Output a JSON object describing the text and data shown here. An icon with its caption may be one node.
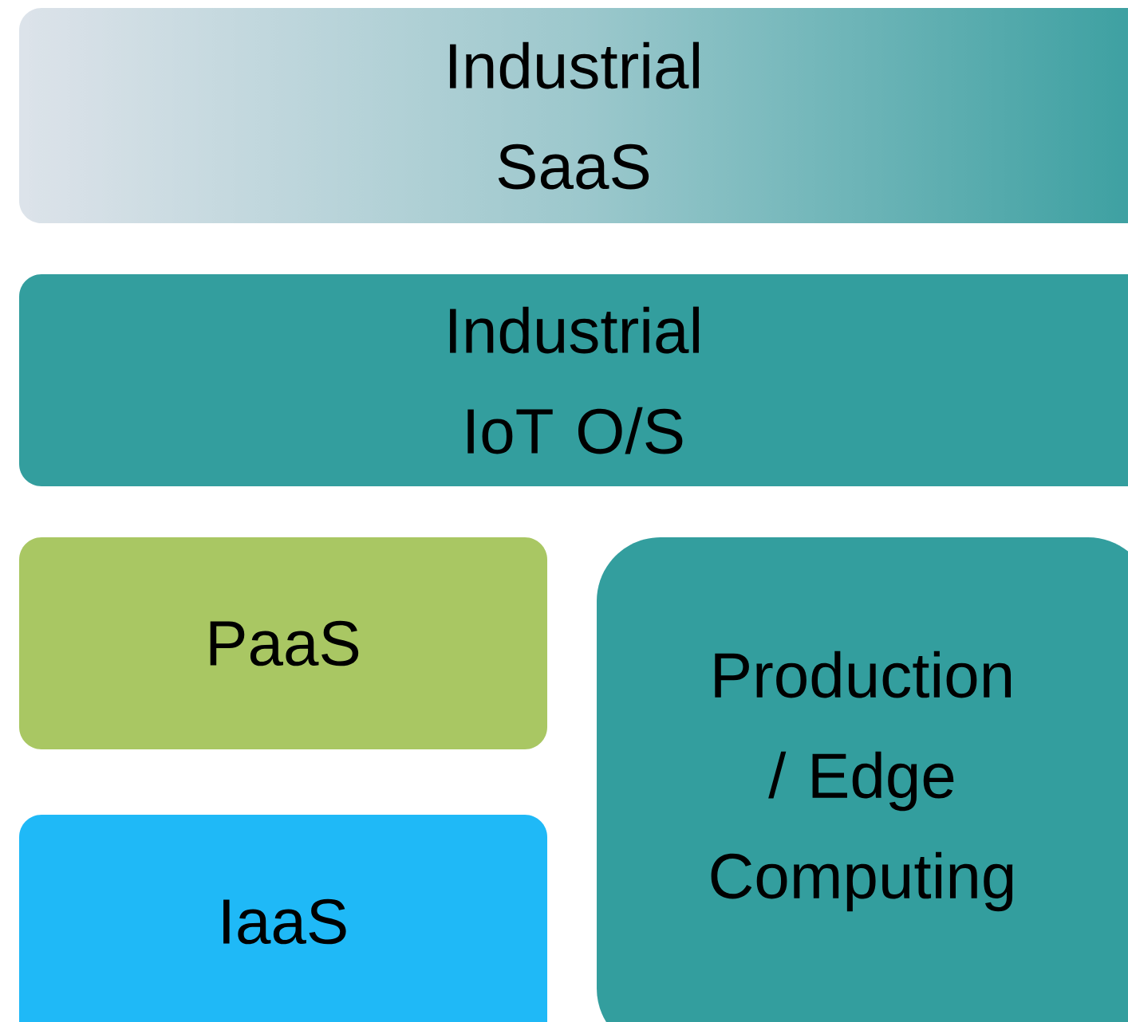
{
  "diagram": {
    "nodes": [
      {
        "text": [
          "Industrial SaaS"
        ]
      },
      {
        "text": [
          "Industrial IoT O/S"
        ]
      },
      {
        "text": [
          "PaaS"
        ]
      },
      {
        "text": [
          "IaaS"
        ]
      },
      {
        "text": [
          "Production / Edge Computing"
        ]
      }
    ]
  }
}
